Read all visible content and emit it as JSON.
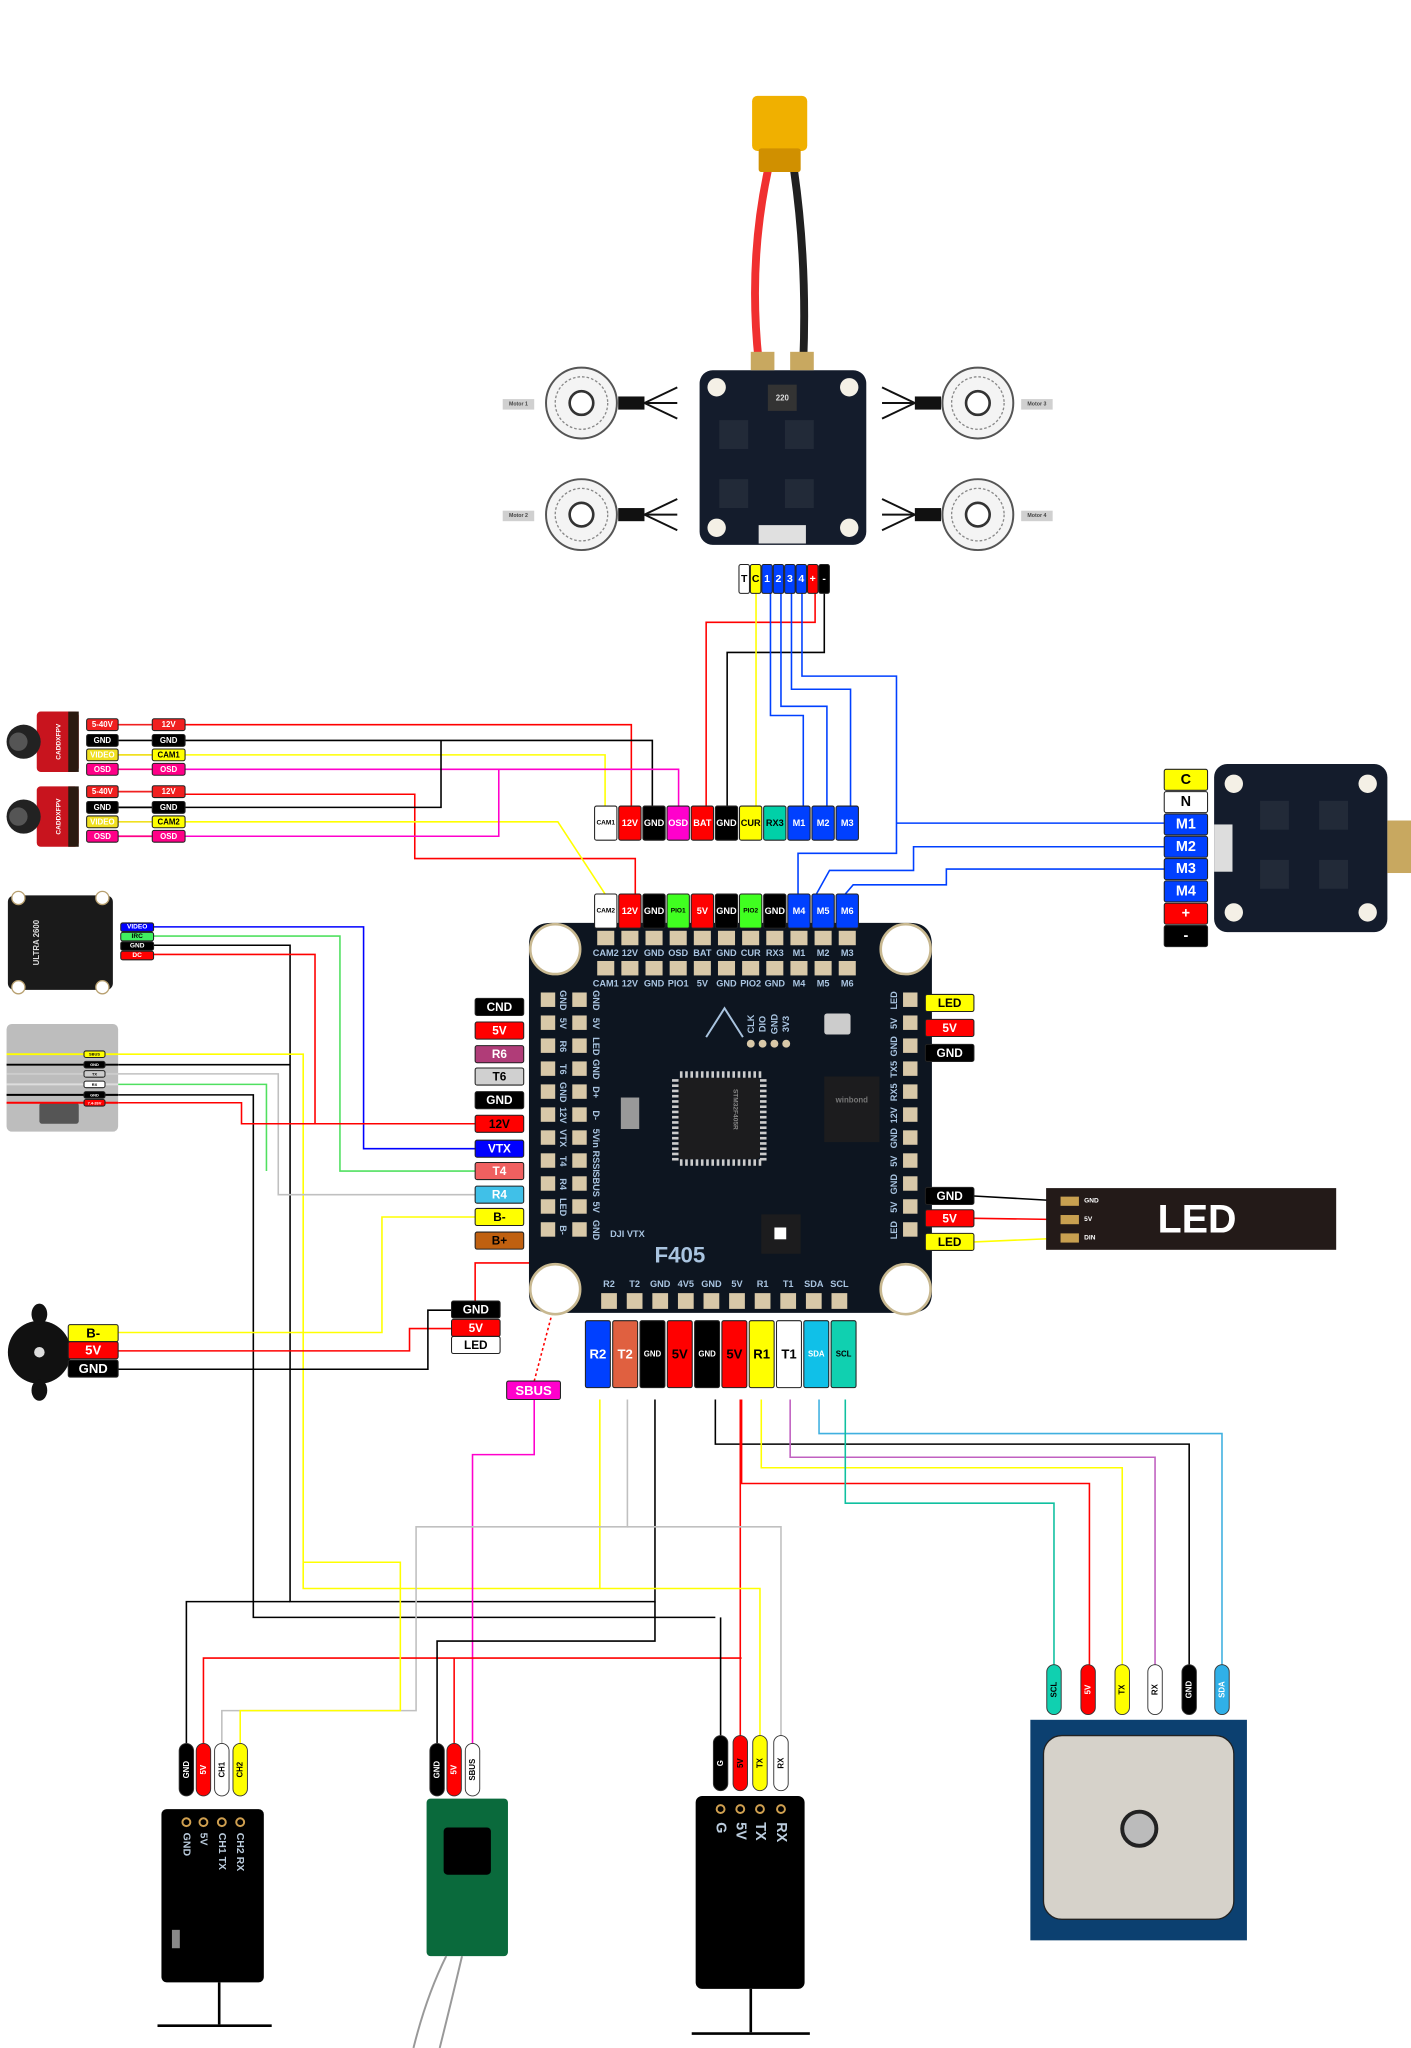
{
  "motors": {
    "labels": [
      "Motor 1",
      "Motor 2",
      "Motor 3",
      "Motor 4"
    ]
  },
  "esc_top": {
    "pads": [
      {
        "t": "T",
        "bg": "#ffffff",
        "fg": "#000000"
      },
      {
        "t": "C",
        "bg": "#ffff00",
        "fg": "#000000"
      },
      {
        "t": "1",
        "bg": "#0040ff",
        "fg": "#ffffff"
      },
      {
        "t": "2",
        "bg": "#0040ff",
        "fg": "#ffffff"
      },
      {
        "t": "3",
        "bg": "#0040ff",
        "fg": "#ffffff"
      },
      {
        "t": "4",
        "bg": "#0040ff",
        "fg": "#ffffff"
      },
      {
        "t": "+",
        "bg": "#ff0000",
        "fg": "#ffffff"
      },
      {
        "t": "-",
        "bg": "#000000",
        "fg": "#ffffff"
      }
    ],
    "inductor": "220"
  },
  "fc": {
    "board_label": "F405",
    "mcu": "STM32F405R",
    "flash": "winbond",
    "dji_vtx": "DJI VTX",
    "row1": [
      {
        "t": "CAM1",
        "bg": "#ffffff",
        "fg": "#000000"
      },
      {
        "t": "12V",
        "bg": "#ff0000",
        "fg": "#ffffff"
      },
      {
        "t": "GND",
        "bg": "#000000",
        "fg": "#ffffff"
      },
      {
        "t": "OSD",
        "bg": "#ff00cc",
        "fg": "#ffffff"
      },
      {
        "t": "BAT",
        "bg": "#ff0000",
        "fg": "#ffffff"
      },
      {
        "t": "GND",
        "bg": "#000000",
        "fg": "#ffffff"
      },
      {
        "t": "CUR",
        "bg": "#ffff00",
        "fg": "#000000"
      },
      {
        "t": "RX3",
        "bg": "#00d0a8",
        "fg": "#000000"
      },
      {
        "t": "M1",
        "bg": "#0040ff",
        "fg": "#ffffff"
      },
      {
        "t": "M2",
        "bg": "#0040ff",
        "fg": "#ffffff"
      },
      {
        "t": "M3",
        "bg": "#0040ff",
        "fg": "#ffffff"
      }
    ],
    "row2": [
      {
        "t": "CAM2",
        "bg": "#ffffff",
        "fg": "#000000"
      },
      {
        "t": "12V",
        "bg": "#ff0000",
        "fg": "#ffffff"
      },
      {
        "t": "GND",
        "bg": "#000000",
        "fg": "#ffffff"
      },
      {
        "t": "PIO1",
        "bg": "#40ff20",
        "fg": "#000000"
      },
      {
        "t": "5V",
        "bg": "#ff0000",
        "fg": "#ffffff"
      },
      {
        "t": "GND",
        "bg": "#000000",
        "fg": "#ffffff"
      },
      {
        "t": "PIO2",
        "bg": "#40ff20",
        "fg": "#000000"
      },
      {
        "t": "GND",
        "bg": "#000000",
        "fg": "#ffffff"
      },
      {
        "t": "M4",
        "bg": "#0040ff",
        "fg": "#ffffff"
      },
      {
        "t": "M5",
        "bg": "#0040ff",
        "fg": "#ffffff"
      },
      {
        "t": "M6",
        "bg": "#0040ff",
        "fg": "#ffffff"
      }
    ],
    "left": [
      {
        "t": "CND",
        "bg": "#000000",
        "fg": "#ffffff"
      },
      {
        "t": "5V",
        "bg": "#ff0000",
        "fg": "#ffffff"
      },
      {
        "t": "R6",
        "bg": "#b03c78",
        "fg": "#ffffff"
      },
      {
        "t": "T6",
        "bg": "#d0d0d0",
        "fg": "#000000"
      },
      {
        "t": "GND",
        "bg": "#000000",
        "fg": "#ffffff"
      },
      {
        "t": "12V",
        "bg": "#ff0000",
        "fg": "#000000"
      },
      {
        "t": "VTX",
        "bg": "#0000ff",
        "fg": "#ffffff"
      },
      {
        "t": "T4",
        "bg": "#f06060",
        "fg": "#ffffff"
      },
      {
        "t": "R4",
        "bg": "#40c0e8",
        "fg": "#ffffff"
      },
      {
        "t": "B-",
        "bg": "#ffff00",
        "fg": "#000000"
      },
      {
        "t": "B+",
        "bg": "#c06010",
        "fg": "#000000"
      }
    ],
    "right_top": [
      {
        "t": "LED",
        "bg": "#ffff00",
        "fg": "#000000"
      },
      {
        "t": "5V",
        "bg": "#ff0000",
        "fg": "#ffffff"
      },
      {
        "t": "GND",
        "bg": "#000000",
        "fg": "#ffffff"
      }
    ],
    "right_bottom": [
      {
        "t": "GND",
        "bg": "#000000",
        "fg": "#ffffff"
      },
      {
        "t": "5V",
        "bg": "#ff0000",
        "fg": "#ffffff"
      },
      {
        "t": "LED",
        "bg": "#ffff00",
        "fg": "#000000"
      }
    ],
    "bottom": [
      {
        "t": "R2",
        "bg": "#0040ff",
        "fg": "#ffffff"
      },
      {
        "t": "T2",
        "bg": "#e06040",
        "fg": "#ffffff"
      },
      {
        "t": "GND",
        "bg": "#000000",
        "fg": "#ffffff"
      },
      {
        "t": "5V",
        "bg": "#ff0000",
        "fg": "#000000"
      },
      {
        "t": "GND",
        "bg": "#000000",
        "fg": "#ffffff"
      },
      {
        "t": "5V",
        "bg": "#ff0000",
        "fg": "#000000"
      },
      {
        "t": "R1",
        "bg": "#ffff00",
        "fg": "#000000"
      },
      {
        "t": "T1",
        "bg": "#ffffff",
        "fg": "#000000"
      },
      {
        "t": "SDA",
        "bg": "#10c0e8",
        "fg": "#ffffff"
      },
      {
        "t": "SCL",
        "bg": "#10d0b0",
        "fg": "#000000"
      }
    ],
    "silk_top1": [
      "CAM2",
      "12V",
      "GND",
      "OSD",
      "BAT",
      "GND",
      "CUR",
      "RX3",
      "M1",
      "M2",
      "M3"
    ],
    "silk_top2": [
      "CAM1",
      "12V",
      "GND",
      "PIO1",
      "5V",
      "GND",
      "PIO2",
      "GND",
      "M4",
      "M5",
      "M6"
    ],
    "silk_left_outer": [
      "GND",
      "5V",
      "R6",
      "T6",
      "GND",
      "12V",
      "VTX",
      "T4",
      "R4",
      "LED",
      "B-"
    ],
    "silk_left_inner": [
      "GND",
      "5V",
      "LED",
      "GND",
      "D+",
      "D-",
      "5Vin",
      "RSSI",
      "SBUS",
      "5V",
      "GND"
    ],
    "silk_right": [
      "LED",
      "5V",
      "GND",
      "TX5",
      "RX5",
      "12V",
      "GND",
      "5V",
      "GND",
      "5V",
      "LED"
    ],
    "silk_bottom": [
      "R2",
      "T2",
      "GND",
      "4V5",
      "GND",
      "5V",
      "R1",
      "T1",
      "SDA",
      "SCL"
    ],
    "silk_swd": [
      "CLK",
      "DIO",
      "GND",
      "3V3"
    ]
  },
  "cameras": [
    {
      "brand": "CADDXFPV",
      "pins": [
        {
          "t": "5-40V",
          "bg": "#f02020",
          "fg": "#ffffff"
        },
        {
          "t": "GND",
          "bg": "#000000",
          "fg": "#ffffff"
        },
        {
          "t": "VIDEO",
          "bg": "#f0e020",
          "fg": "#ffffff"
        },
        {
          "t": "OSD",
          "bg": "#ff0088",
          "fg": "#ffffff"
        }
      ],
      "fc": [
        {
          "t": "12V",
          "bg": "#f02020",
          "fg": "#ffffff"
        },
        {
          "t": "GND",
          "bg": "#000000",
          "fg": "#ffffff"
        },
        {
          "t": "CAM1",
          "bg": "#ffff00",
          "fg": "#000000"
        },
        {
          "t": "OSD",
          "bg": "#ff0088",
          "fg": "#ffffff"
        }
      ]
    },
    {
      "brand": "CADDXFPV",
      "pins": [
        {
          "t": "5-40V",
          "bg": "#f02020",
          "fg": "#ffffff"
        },
        {
          "t": "GND",
          "bg": "#000000",
          "fg": "#ffffff"
        },
        {
          "t": "VIDEO",
          "bg": "#f0e020",
          "fg": "#ffffff"
        },
        {
          "t": "OSD",
          "bg": "#ff0088",
          "fg": "#ffffff"
        }
      ],
      "fc": [
        {
          "t": "12V",
          "bg": "#f02020",
          "fg": "#ffffff"
        },
        {
          "t": "GND",
          "bg": "#000000",
          "fg": "#ffffff"
        },
        {
          "t": "CAM2",
          "bg": "#ffff00",
          "fg": "#000000"
        },
        {
          "t": "OSD",
          "bg": "#ff0088",
          "fg": "#ffffff"
        }
      ]
    }
  ],
  "vtx": {
    "name": "ULTRA 2600",
    "pins": [
      {
        "t": "VIDEO",
        "bg": "#0000ff",
        "fg": "#ffffff"
      },
      {
        "t": "IRC",
        "bg": "#40f060",
        "fg": "#000000"
      },
      {
        "t": "GND",
        "bg": "#000000",
        "fg": "#ffffff"
      },
      {
        "t": "DC",
        "bg": "#ff0000",
        "fg": "#ffffff"
      }
    ]
  },
  "dji": {
    "pins": [
      {
        "t": "SBUS",
        "bg": "#ffff00",
        "fg": "#000000"
      },
      {
        "t": "GND",
        "bg": "#000000",
        "fg": "#ffffff"
      },
      {
        "t": "TX",
        "bg": "#cccccc",
        "fg": "#000000"
      },
      {
        "t": "RX",
        "bg": "#ffffff",
        "fg": "#000000"
      },
      {
        "t": "GND",
        "bg": "#000000",
        "fg": "#ffffff"
      },
      {
        "t": "7.4-26V",
        "bg": "#ff0000",
        "fg": "#ffffff"
      }
    ]
  },
  "esc_right": {
    "pins": [
      {
        "t": "C",
        "bg": "#ffff00",
        "fg": "#000000"
      },
      {
        "t": "N",
        "bg": "#ffffff",
        "fg": "#000000"
      },
      {
        "t": "M1",
        "bg": "#0040ff",
        "fg": "#ffffff"
      },
      {
        "t": "M2",
        "bg": "#0040ff",
        "fg": "#ffffff"
      },
      {
        "t": "M3",
        "bg": "#0040ff",
        "fg": "#ffffff"
      },
      {
        "t": "M4",
        "bg": "#0040ff",
        "fg": "#ffffff"
      },
      {
        "t": "+",
        "bg": "#ff0000",
        "fg": "#ffffff"
      },
      {
        "t": "-",
        "bg": "#000000",
        "fg": "#ffffff"
      }
    ]
  },
  "led_strip": {
    "title": "LED",
    "pins": [
      "GND",
      "5V",
      "DIN"
    ]
  },
  "buzzer": {
    "pins": [
      {
        "t": "B-",
        "bg": "#ffff00",
        "fg": "#000000"
      },
      {
        "t": "5V",
        "bg": "#ff0000",
        "fg": "#ffffff"
      },
      {
        "t": "GND",
        "bg": "#000000",
        "fg": "#ffffff"
      }
    ]
  },
  "led_connector": [
    {
      "t": "GND",
      "bg": "#000000",
      "fg": "#ffffff"
    },
    {
      "t": "5V",
      "bg": "#ff0000",
      "fg": "#ffffff"
    },
    {
      "t": "LED",
      "bg": "#ffffff",
      "fg": "#000000"
    }
  ],
  "sbus_label": {
    "t": "SBUS",
    "bg": "#ff00cc",
    "fg": "#ffffff"
  },
  "receivers": [
    {
      "wires": [
        {
          "t": "GND",
          "bg": "#000000",
          "fg": "#ffffff"
        },
        {
          "t": "5V",
          "bg": "#ff0000",
          "fg": "#ffffff"
        },
        {
          "t": "CH1",
          "bg": "#ffffff",
          "fg": "#000000"
        },
        {
          "t": "CH2",
          "bg": "#ffff00",
          "fg": "#000000"
        }
      ],
      "pins": [
        "GND",
        "5V",
        "CH1 TX",
        "CH2 RX"
      ]
    },
    {
      "wires": [
        {
          "t": "GND",
          "bg": "#000000",
          "fg": "#ffffff"
        },
        {
          "t": "5V",
          "bg": "#ff0000",
          "fg": "#ffffff"
        },
        {
          "t": "SBUS",
          "bg": "#ffffff",
          "fg": "#000000"
        }
      ]
    },
    {
      "wires": [
        {
          "t": "G",
          "bg": "#000000",
          "fg": "#ffffff"
        },
        {
          "t": "5V",
          "bg": "#ff0000",
          "fg": "#000000"
        },
        {
          "t": "TX",
          "bg": "#ffff00",
          "fg": "#000000"
        },
        {
          "t": "RX",
          "bg": "#ffffff",
          "fg": "#000000"
        }
      ],
      "pins": [
        "G",
        "5V",
        "TX",
        "RX"
      ]
    }
  ],
  "gps": {
    "wires": [
      {
        "t": "SCL",
        "bg": "#10d0b0",
        "fg": "#000000"
      },
      {
        "t": "5V",
        "bg": "#ff0000",
        "fg": "#ffffff"
      },
      {
        "t": "TX",
        "bg": "#ffff00",
        "fg": "#000000"
      },
      {
        "t": "RX",
        "bg": "#ffffff",
        "fg": "#000000"
      },
      {
        "t": "GND",
        "bg": "#000000",
        "fg": "#ffffff"
      },
      {
        "t": "SDA",
        "bg": "#30b0e8",
        "fg": "#ffffff"
      }
    ]
  },
  "colors": {
    "board": "#0d1520",
    "pad": "#d8c8a8",
    "wire_red": "#ff0000",
    "wire_black": "#000000",
    "wire_yellow": "#ffff00",
    "wire_blue": "#0040ff",
    "wire_magenta": "#ff00cc",
    "wire_green": "#50e060",
    "wire_grey": "#c0c0c0",
    "wire_teal": "#10c0a0",
    "wire_sky": "#40b0e0",
    "wire_purple": "#c060c0"
  }
}
